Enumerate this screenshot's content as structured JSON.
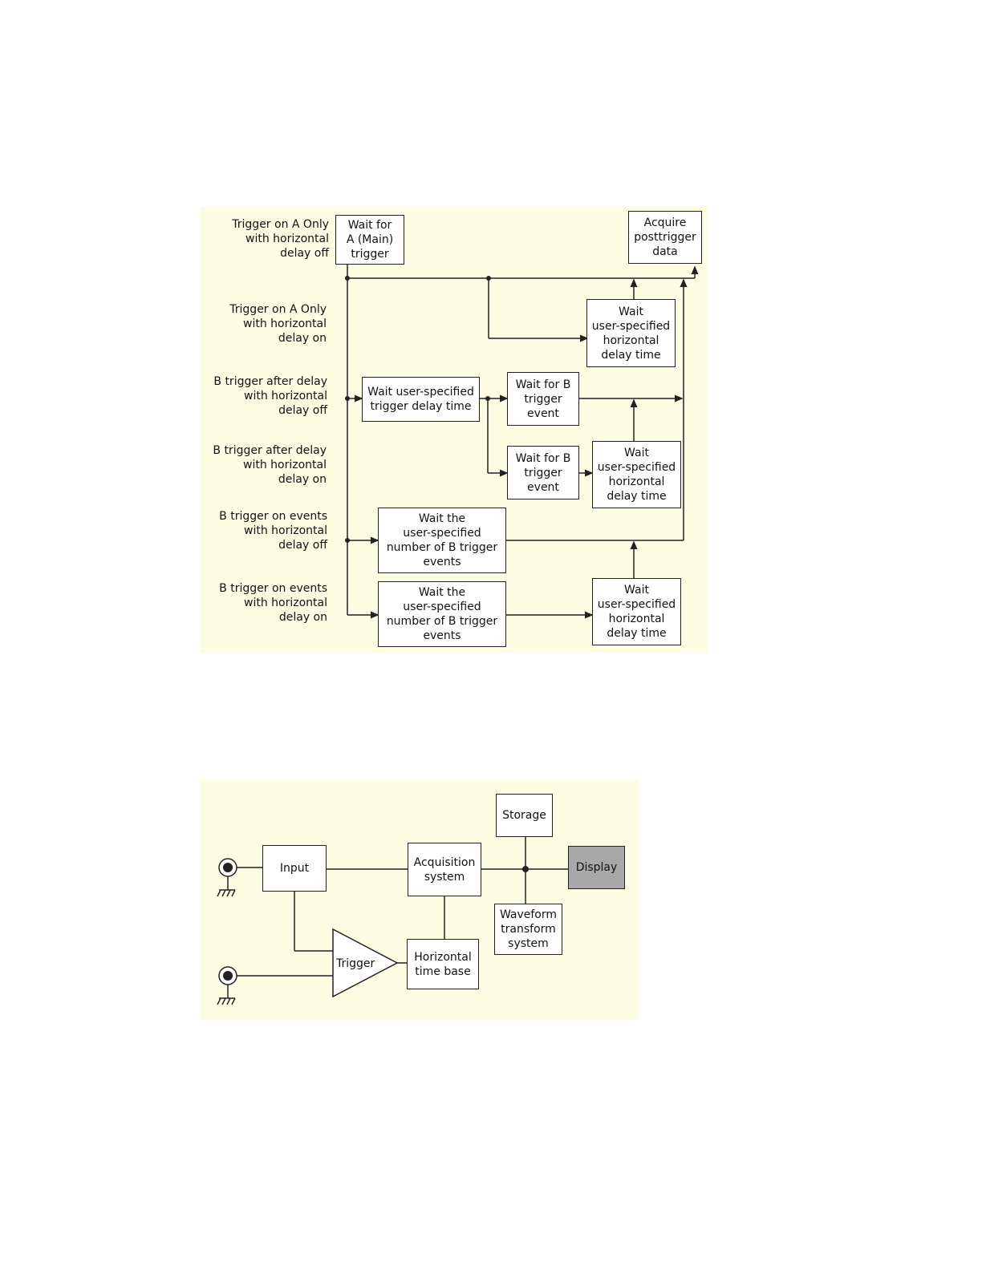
{
  "trigger_sequence_diagram": {
    "row_labels": [
      "Trigger on A Only\nwith horizontal\ndelay off",
      "Trigger on A Only\nwith horizontal\ndelay on",
      "B trigger after delay\nwith horizontal\ndelay off",
      "B trigger after delay\nwith horizontal\ndelay on",
      "B trigger on events\nwith horizontal\ndelay off",
      "B trigger on events\nwith horizontal\ndelay on"
    ],
    "boxes": {
      "wait_a_main": "Wait for\nA (Main)\ntrigger",
      "acquire_posttrigger": "Acquire\nposttrigger\ndata",
      "wait_hdelay_1": "Wait\nuser-specified\nhorizontal\ndelay time",
      "wait_trigger_delay": "Wait user-specified\ntrigger delay time",
      "wait_b_event_1": "Wait for B\ntrigger\nevent",
      "wait_b_event_2": "Wait for B\ntrigger\nevent",
      "wait_hdelay_2": "Wait\nuser-specified\nhorizontal\ndelay time",
      "wait_b_events_1": "Wait the\nuser-specified\nnumber of B trigger\nevents",
      "wait_b_events_2": "Wait the\nuser-specified\nnumber of B trigger\nevents",
      "wait_hdelay_3": "Wait\nuser-specified\nhorizontal\ndelay time"
    }
  },
  "block_diagram": {
    "input": "Input",
    "acquisition": "Acquisition\nsystem",
    "storage": "Storage",
    "display": "Display",
    "waveform": "Waveform\ntransform\nsystem",
    "trigger": "Trigger",
    "timebase": "Horizontal\ntime base"
  },
  "colors": {
    "panel_background": "#fdfde3",
    "line": "#222222",
    "display_box": "#a8a8a8"
  }
}
